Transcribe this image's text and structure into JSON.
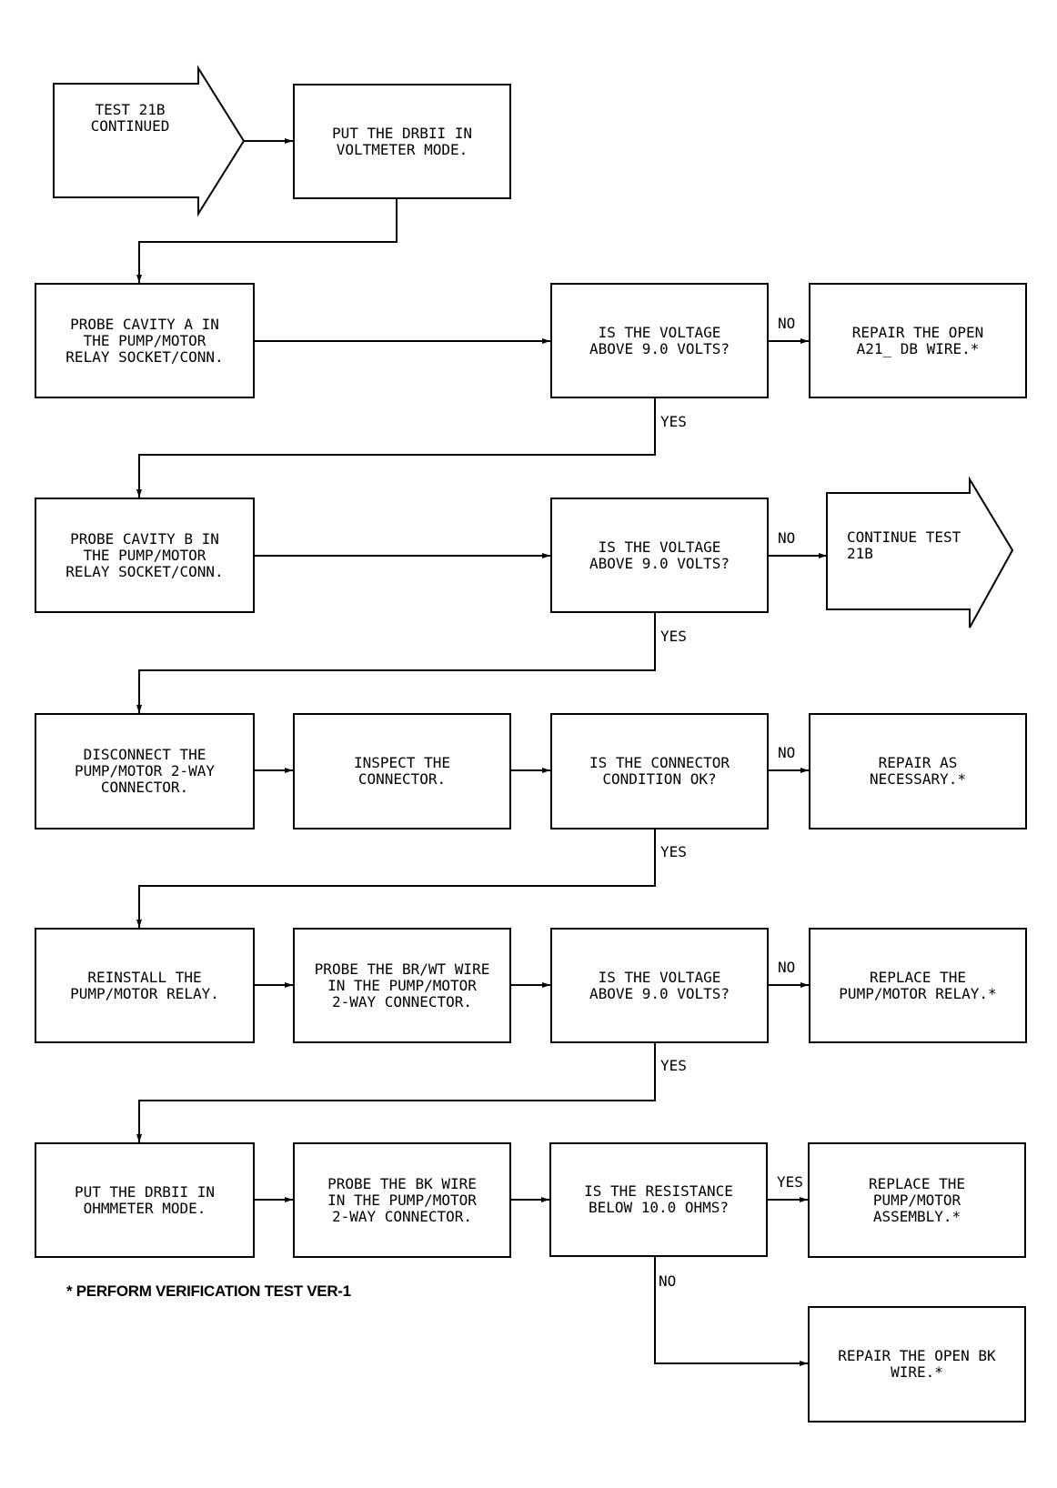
{
  "start": {
    "lines": [
      "TEST 21B",
      "CONTINUED"
    ]
  },
  "step_voltmeter": {
    "lines": [
      "PUT THE DRBII IN",
      "VOLTMETER MODE."
    ]
  },
  "probe_a": {
    "lines": [
      "PROBE CAVITY A IN",
      "THE PUMP/MOTOR",
      "RELAY SOCKET/CONN."
    ]
  },
  "decision_a": {
    "lines": [
      "IS THE VOLTAGE",
      "ABOVE 9.0 VOLTS?"
    ]
  },
  "repair_a21": {
    "lines": [
      "REPAIR THE OPEN",
      "A21_ DB WIRE.*"
    ]
  },
  "probe_b": {
    "lines": [
      "PROBE CAVITY B IN",
      "THE PUMP/MOTOR",
      "RELAY SOCKET/CONN."
    ]
  },
  "decision_b": {
    "lines": [
      "IS THE VOLTAGE",
      "ABOVE 9.0 VOLTS?"
    ]
  },
  "continue_21b": {
    "lines": [
      "CONTINUE TEST",
      "21B"
    ]
  },
  "disconnect": {
    "lines": [
      "DISCONNECT THE",
      "PUMP/MOTOR 2-WAY",
      "CONNECTOR."
    ]
  },
  "inspect": {
    "lines": [
      "INSPECT THE",
      "CONNECTOR."
    ]
  },
  "decision_connector": {
    "lines": [
      "IS THE CONNECTOR",
      "CONDITION OK?"
    ]
  },
  "repair_necessary": {
    "lines": [
      "REPAIR AS",
      "NECESSARY.*"
    ]
  },
  "reinstall": {
    "lines": [
      "REINSTALL THE",
      "PUMP/MOTOR RELAY."
    ]
  },
  "probe_brwt": {
    "lines": [
      "PROBE THE BR/WT WIRE",
      "IN THE PUMP/MOTOR",
      "2-WAY CONNECTOR."
    ]
  },
  "decision_c": {
    "lines": [
      "IS THE VOLTAGE",
      "ABOVE 9.0 VOLTS?"
    ]
  },
  "replace_relay": {
    "lines": [
      "REPLACE THE",
      "PUMP/MOTOR RELAY.*"
    ]
  },
  "ohmmeter": {
    "lines": [
      "PUT THE DRBII IN",
      "OHMMETER MODE."
    ]
  },
  "probe_bk": {
    "lines": [
      "PROBE THE BK WIRE",
      "IN THE PUMP/MOTOR",
      "2-WAY CONNECTOR."
    ]
  },
  "decision_resistance": {
    "lines": [
      "IS THE RESISTANCE",
      "BELOW 10.0 OHMS?"
    ]
  },
  "replace_assembly": {
    "lines": [
      "REPLACE THE",
      "PUMP/MOTOR",
      "ASSEMBLY.*"
    ]
  },
  "repair_bk": {
    "lines": [
      "REPAIR THE OPEN BK",
      "WIRE.*"
    ]
  },
  "labels": {
    "no_1": "NO",
    "yes_1": "YES",
    "no_2": "NO",
    "yes_2": "YES",
    "no_3": "NO",
    "yes_3": "YES",
    "no_4": "NO",
    "yes_4": "YES",
    "yes_5": "YES",
    "no_5": "NO"
  },
  "footnote": "* PERFORM VERIFICATION TEST VER-1"
}
